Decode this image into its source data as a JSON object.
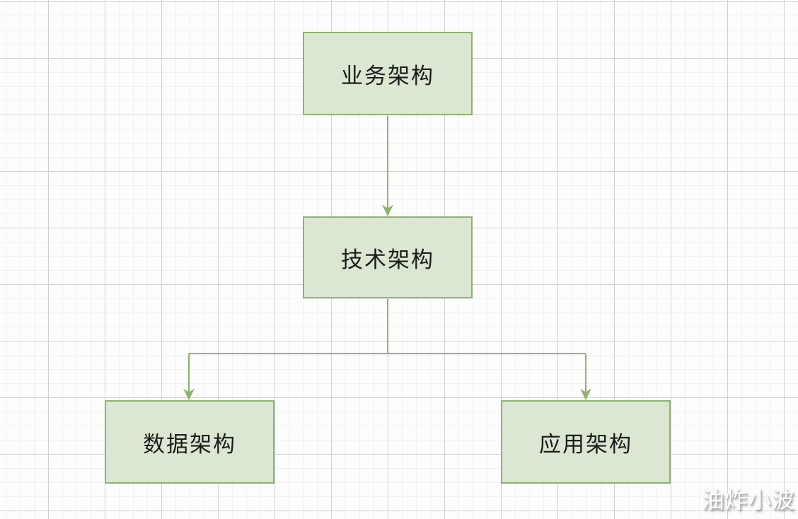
{
  "diagram": {
    "type": "flowchart",
    "nodes": [
      {
        "id": "business-architecture",
        "label": "业务架构"
      },
      {
        "id": "technology-architecture",
        "label": "技术架构"
      },
      {
        "id": "data-architecture",
        "label": "数据架构"
      },
      {
        "id": "application-architecture",
        "label": "应用架构"
      }
    ],
    "edges": [
      {
        "from": "业务架构",
        "to": "技术架构",
        "arrow": "down"
      },
      {
        "from": "技术架构",
        "to": "数据架构",
        "arrow": "down"
      },
      {
        "from": "技术架构",
        "to": "应用架构",
        "arrow": "down"
      }
    ],
    "colors": {
      "node_fill": "#dbe7d2",
      "node_border": "#8cb46e",
      "connector": "#8fb36f",
      "text": "#1b1b1b",
      "grid_minor": "#f1f0f2",
      "grid_major": "#d2d1d3",
      "background": "#fdfdfd"
    }
  },
  "watermark": {
    "text": "油炸小波"
  }
}
